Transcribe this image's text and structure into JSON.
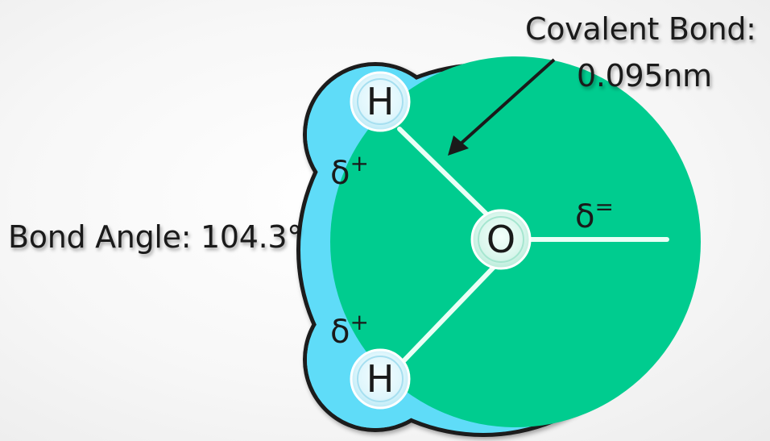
{
  "labels": {
    "bond_angle": "Bond Angle: 104.3°",
    "covalent_bond_title": "Covalent Bond:",
    "covalent_bond_length": "0.095nm"
  },
  "atoms": {
    "oxygen": "O",
    "hydrogen_top": "H",
    "hydrogen_bottom": "H"
  },
  "charges": {
    "hydrogen_top": "δ+",
    "hydrogen_bottom": "δ+",
    "oxygen": "δ="
  },
  "colors": {
    "oxygen_region": "#00cc8f",
    "hydrogen_region": "#5fdcf8",
    "outline": "#1a1a1a",
    "bond_line": "#f0fff6",
    "atom_fill": "#d8f7ef"
  }
}
